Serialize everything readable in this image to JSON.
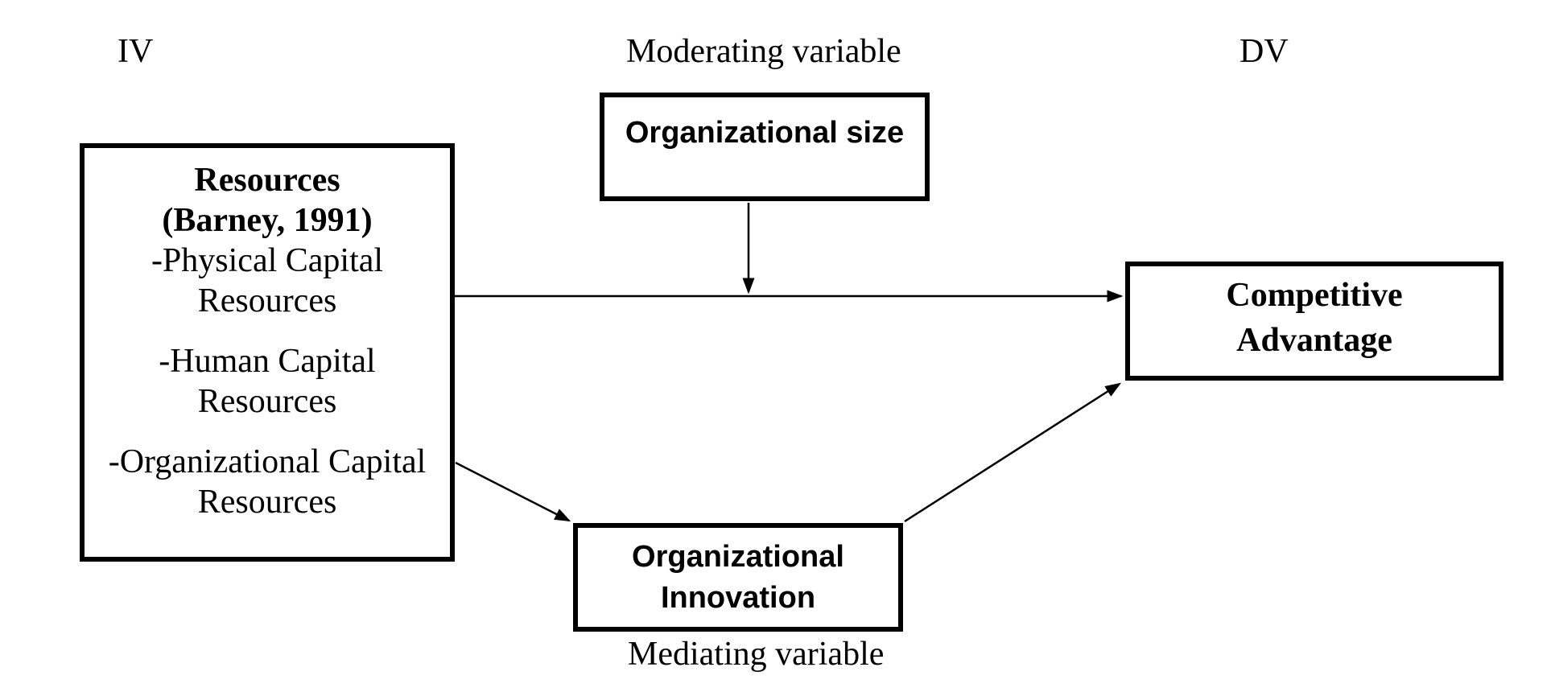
{
  "labels": {
    "independent_variable": "IV",
    "moderating_variable": "Moderating variable",
    "dependent_variable": "DV",
    "mediating_variable": "Mediating variable"
  },
  "boxes": {
    "resources": {
      "title_line1": "Resources",
      "title_line2": "(Barney, 1991)",
      "items": [
        {
          "line1": "-Physical Capital",
          "line2": "Resources"
        },
        {
          "line1": "-Human Capital",
          "line2": "Resources"
        },
        {
          "line1": "-Organizational Capital",
          "line2": "Resources"
        }
      ]
    },
    "organizational_size": {
      "label": "Organizational size"
    },
    "organizational_innovation": {
      "line1": "Organizational",
      "line2": "Innovation"
    },
    "competitive_advantage": {
      "line1": "Competitive",
      "line2": "Advantage"
    }
  },
  "relations": {
    "direct_path": "Resources to Competitive Advantage",
    "moderation_path": "Organizational size moderates Resources to Competitive Advantage",
    "mediation_path_in": "Resources to Organizational Innovation",
    "mediation_path_out": "Organizational Innovation to Competitive Advantage"
  },
  "colors": {
    "ink": "#000000",
    "background": "#ffffff"
  }
}
